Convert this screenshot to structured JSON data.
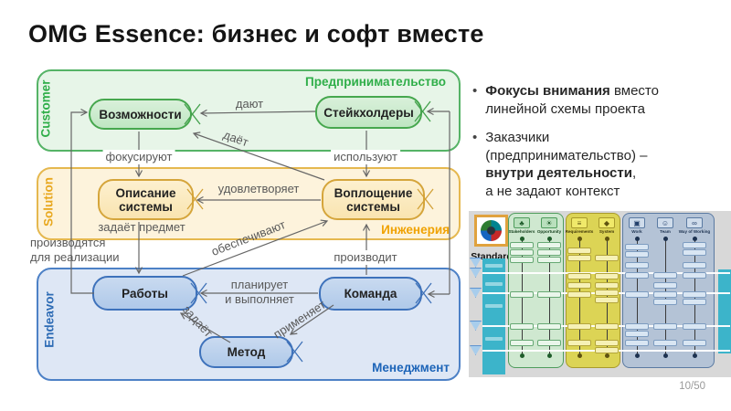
{
  "slide": {
    "title": "OMG Essence: бизнес и софт вместе",
    "page_number": "10/50"
  },
  "diagram": {
    "areas": {
      "business": {
        "band": "Customer",
        "title": "Предпринимательство"
      },
      "engineering": {
        "band": "Solution",
        "title": "Инженерия"
      },
      "management": {
        "band": "Endeavor",
        "title": "Менеджмент"
      }
    },
    "alphas": {
      "opportunities": "Возможности",
      "stakeholders": "Стейкхолдеры",
      "system_description": "Описание системы",
      "system_embodiment": "Воплощение системы",
      "work": "Работы",
      "team": "Команда",
      "method": "Метод"
    },
    "relations": {
      "give": "дают",
      "gives": "даёт",
      "focus": "фокусируют",
      "use": "используют",
      "satisfies": "удовлетворяет",
      "sets_subject": "задаёт предмет",
      "provide": "обеспечивают",
      "produced_for": "производятся\nдля реализации",
      "produces": "производит",
      "plans_and_performs": "планирует\nи выполняет",
      "sets": "задаёт",
      "applies": "применяет"
    }
  },
  "notes": [
    {
      "segments": [
        {
          "text": "Фокусы внимания",
          "bold": true
        },
        {
          "text": " вместо\nлинейной схемы проекта",
          "bold": false
        }
      ]
    },
    {
      "segments": [
        {
          "text": "Заказчики\n(предпринимательство) –\n",
          "bold": false
        },
        {
          "text": "внутри деятельности",
          "bold": true
        },
        {
          "text": ",\nа не задают контекст",
          "bold": false
        }
      ]
    }
  ],
  "standard_figure": {
    "label": "Standard",
    "panels": [
      {
        "id": "customer-panel",
        "columns": [
          {
            "label": "Stakeholders",
            "icon": "♣",
            "chips": [
              34,
              42,
              50,
              88,
              123,
              141
            ]
          },
          {
            "label": "Opportunity",
            "icon": "☀",
            "chips": [
              34,
              42,
              50,
              88,
              123,
              141
            ]
          }
        ]
      },
      {
        "id": "solution-panel",
        "columns": [
          {
            "label": "Requirements",
            "icon": "≡",
            "chips": [
              40,
              48,
              68,
              78,
              88,
              123,
              141
            ]
          },
          {
            "label": "System",
            "icon": "◆",
            "chips": [
              48,
              68,
              78,
              86,
              94,
              123,
              141,
              149
            ]
          }
        ]
      },
      {
        "id": "endeavor-panel",
        "columns": [
          {
            "label": "Work",
            "icon": "▣",
            "chips": [
              36,
              44,
              56,
              67,
              88,
              123,
              131,
              141
            ]
          },
          {
            "label": "Team",
            "icon": "☺",
            "chips": [
              67,
              78,
              88,
              96,
              123,
              141
            ]
          },
          {
            "label": "Way of Working",
            "icon": "∞",
            "chips": [
              34,
              42,
              56,
              67,
              88,
              96,
              123,
              141
            ]
          }
        ]
      }
    ]
  },
  "colors": {
    "business_accent": "#2fae49",
    "engineering_accent": "#f0a202",
    "management_accent": "#1c64b8",
    "arrow": "#666666"
  }
}
